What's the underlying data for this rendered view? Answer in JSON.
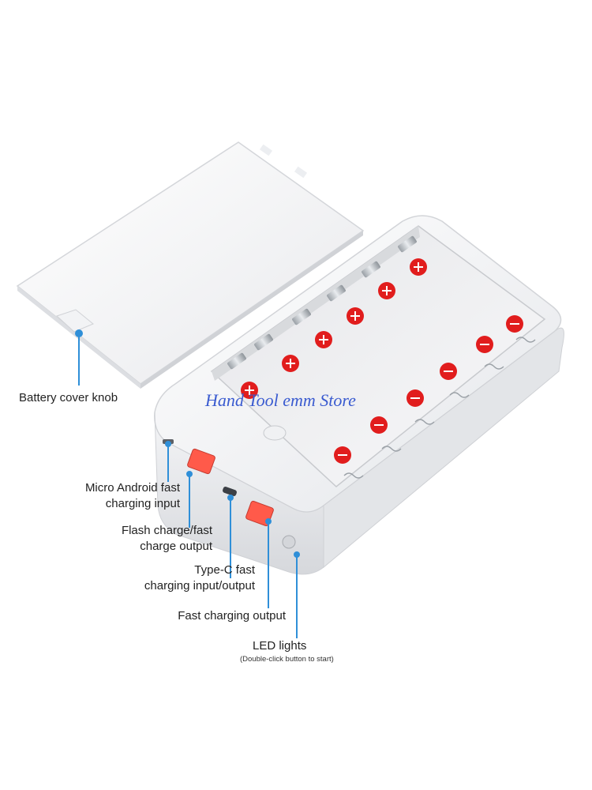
{
  "callouts": {
    "battery_cover_knob": "Battery cover knob",
    "micro_android_line1": "Micro Android fast",
    "micro_android_line2": "charging input",
    "flash_charge_line1": "Flash charge/fast",
    "flash_charge_line2": "charge output",
    "type_c_line1": "Type-C fast",
    "type_c_line2": "charging input/output",
    "fast_output": "Fast charging output",
    "led_lights": "LED lights",
    "led_note": "(Double-click button to start)"
  },
  "watermark": "Hand Tool emm Store",
  "colors": {
    "callout_line": "#2f8fd8",
    "battery_marker": "#e11d1d",
    "usb_port": "#ff5a4a",
    "watermark": "#3a5bd0"
  },
  "battery_slots": {
    "count": 6,
    "marker_icon": "circle-cross-icon"
  }
}
